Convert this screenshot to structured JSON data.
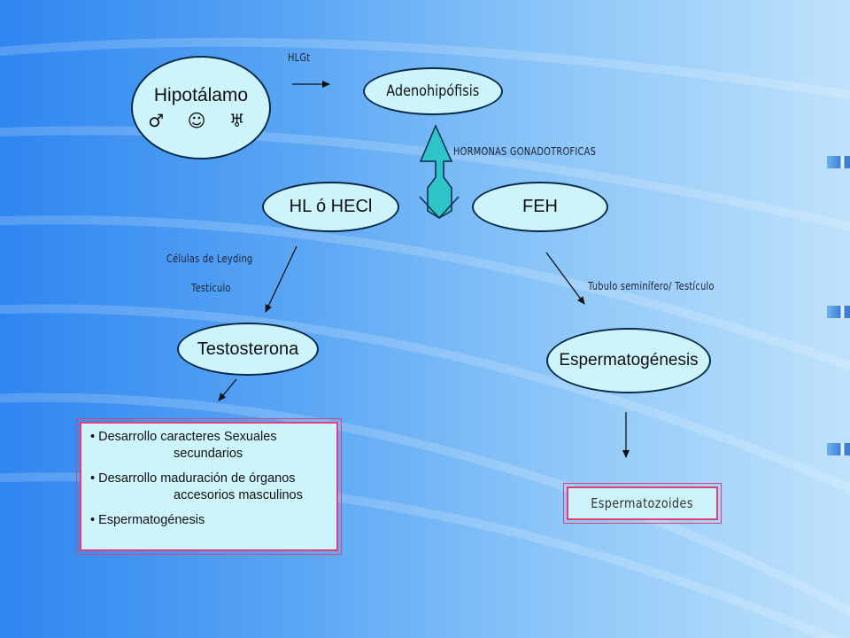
{
  "nodes": {
    "hipotalamo": {
      "label": "Hipotálamo",
      "symbols": "♂ ☺ ♅"
    },
    "adenohipofisis": {
      "label": "Adenohipófisis"
    },
    "hl": {
      "label": "HL ó HECl"
    },
    "feh": {
      "label": "FEH"
    },
    "testosterona": {
      "label": "Testosterona"
    },
    "espermatogenesis": {
      "label": "Espermatogénesis"
    }
  },
  "labels": {
    "hlgt": "HLGt",
    "hormonas": "HORMONAS GONADOTROFICAS",
    "celulas": "Células de Leyding",
    "testiculo": "Testículo",
    "tubulo": "Tubulo seminífero/ Testículo"
  },
  "effects": {
    "items": [
      {
        "line1": "• Desarrollo caracteres Sexuales",
        "line2": "secundarios"
      },
      {
        "line1": "• Desarrollo maduración de órganos",
        "line2": "accesorios masculinos"
      },
      {
        "line1": "• Espermatogénesis",
        "line2": ""
      }
    ]
  },
  "result": {
    "label": "Espermatozoides"
  },
  "colors": {
    "node_fill": "#cdf4fb",
    "box_border": "#e0407a",
    "double_arrow": "#2ec4c8"
  }
}
